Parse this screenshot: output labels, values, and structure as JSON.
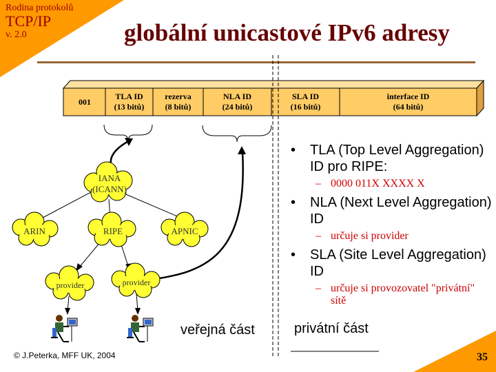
{
  "series": {
    "name": "Rodina protokolů",
    "title": "TCP/IP",
    "version": "v. 2.0"
  },
  "title": "globální unicastové IPv6 adresy",
  "fields": [
    {
      "label": "001",
      "sub": ""
    },
    {
      "label": "TLA ID",
      "sub": "(13 bitů)"
    },
    {
      "label": "rezerva",
      "sub": "(8 bitů)"
    },
    {
      "label": "NLA ID",
      "sub": "(24 bitů)"
    },
    {
      "label": "SLA ID",
      "sub": "(16 bitů)"
    },
    {
      "label": "interface ID",
      "sub": "(64 bitů)"
    }
  ],
  "hierarchy": {
    "root": "IANA (ICANN)",
    "registries": [
      "ARIN",
      "RIPE",
      "APNIC"
    ],
    "providers": [
      "provider",
      "provider"
    ]
  },
  "bullets": [
    {
      "text": "TLA (Top Level Aggregation) ID pro RIPE:",
      "sub": "0000 011X XXXX X"
    },
    {
      "text": "NLA (Next Level Aggregation) ID",
      "sub": "určuje si provider"
    },
    {
      "text": "SLA (Site Level Aggregation) ID",
      "sub": "určuje  si provozovatel \"privátní\" sítě"
    }
  ],
  "public_label": "veřejná část",
  "private_label": "privátní část",
  "footer": "© J.Peterka, MFF UK, 2004",
  "page_number": "35",
  "colors": {
    "accent": "#ff9900",
    "title": "#660000",
    "rule": "#996633",
    "cell": "#ffcc66",
    "cloud": "#ffff33",
    "sub_bullet": "#cc0000"
  }
}
